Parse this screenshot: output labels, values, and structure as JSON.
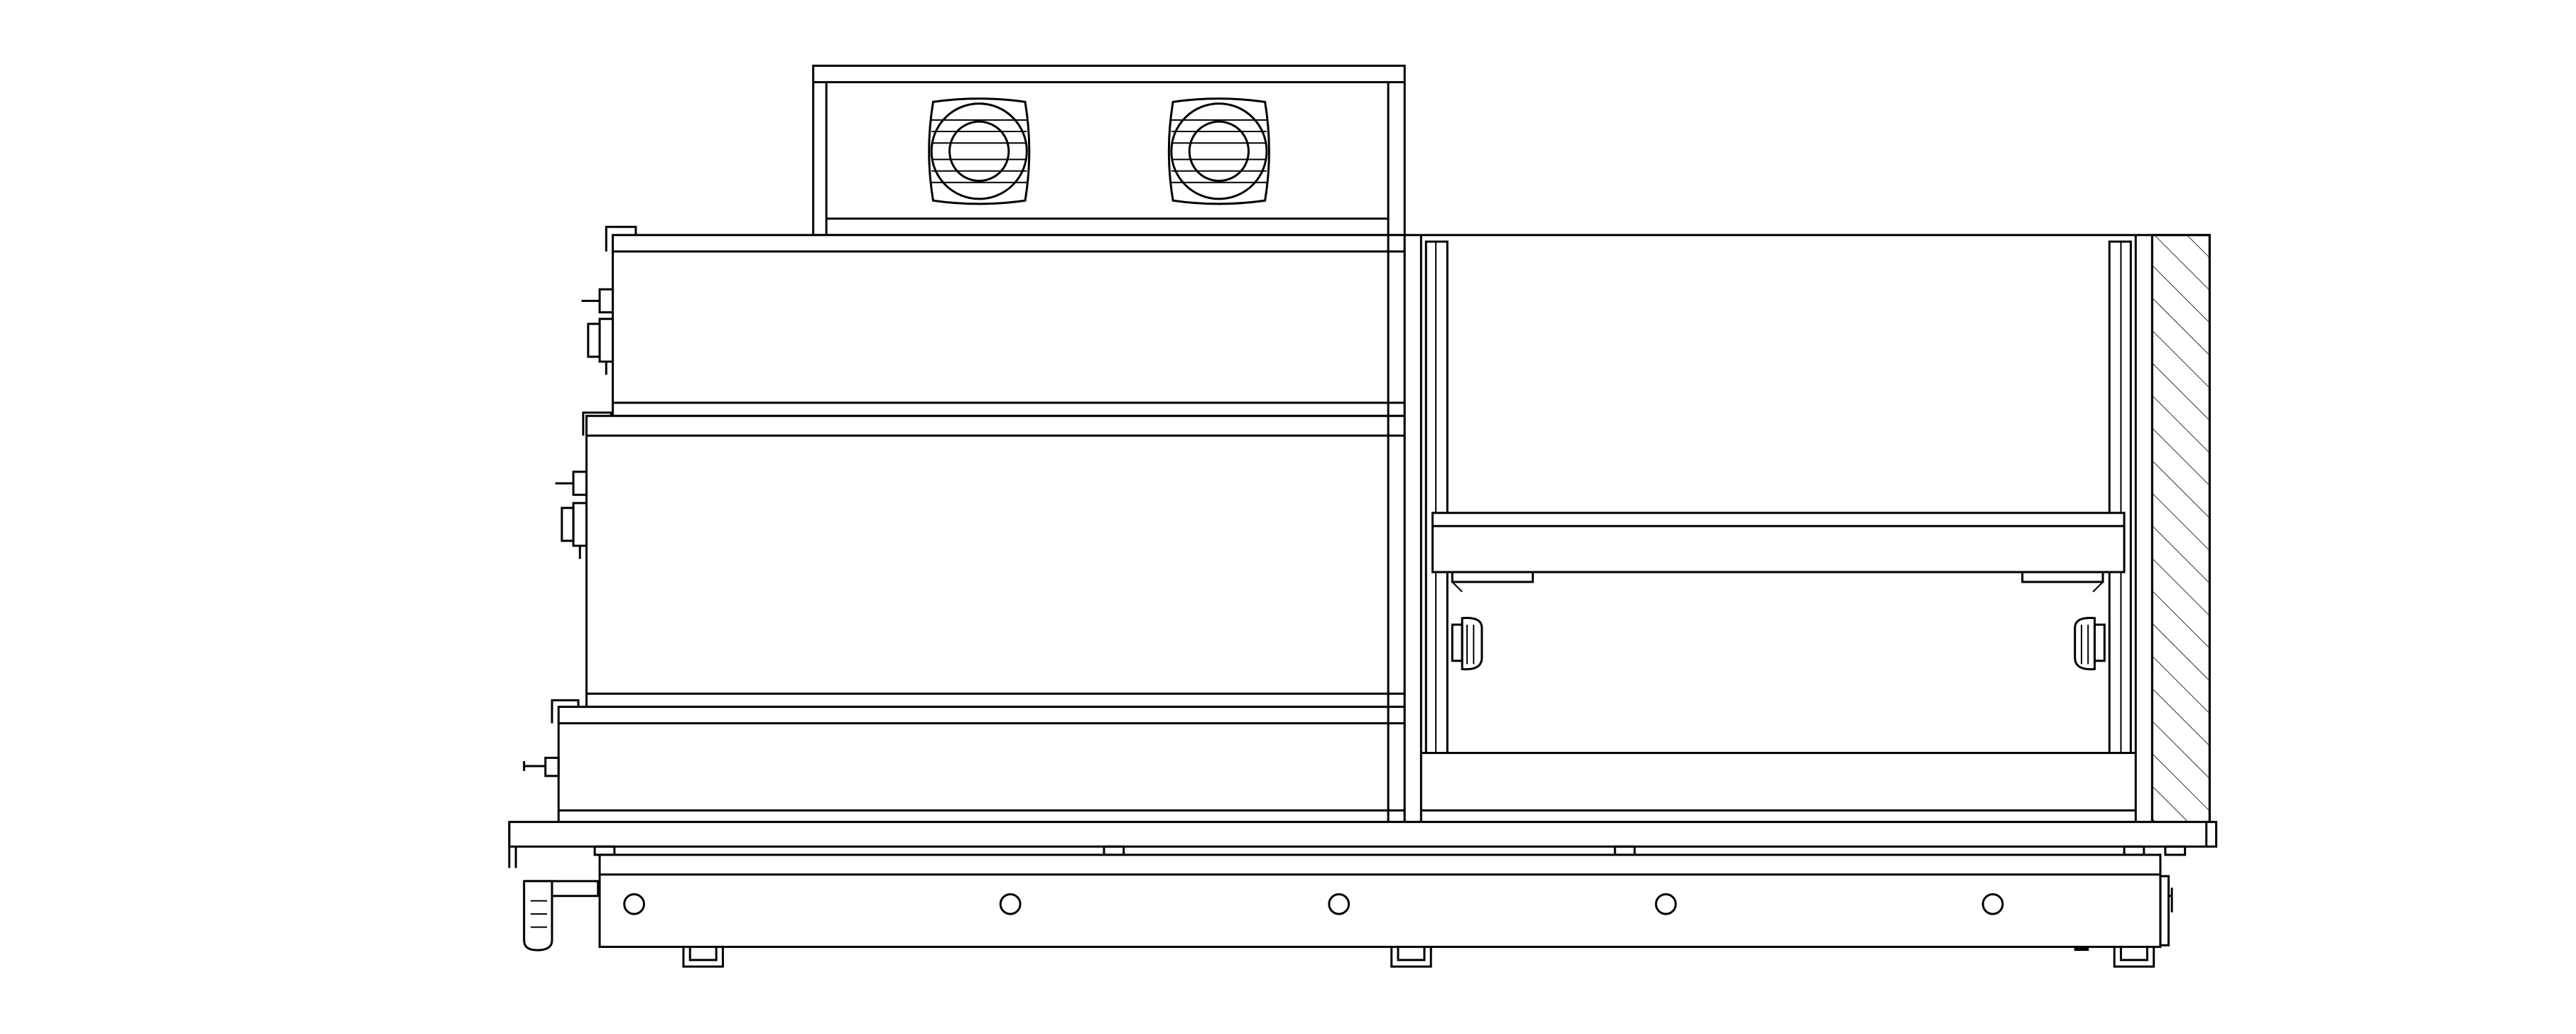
{
  "drawing": {
    "type": "technical-elevation",
    "line_color": "#000000",
    "background_color": "#ffffff",
    "components": {
      "top_housing": {
        "fans": 2,
        "fan_icon": "fan-grille-icon"
      },
      "left_stack": {
        "modules": 3,
        "side_fittings": "valve-fitting-icon"
      },
      "right_compartment": {
        "sliding_tray": true,
        "hatched_side_wall": true,
        "knobs": 2
      },
      "base_frame": {
        "bolt_holes": 5,
        "feet": 3,
        "handle": true
      }
    }
  }
}
